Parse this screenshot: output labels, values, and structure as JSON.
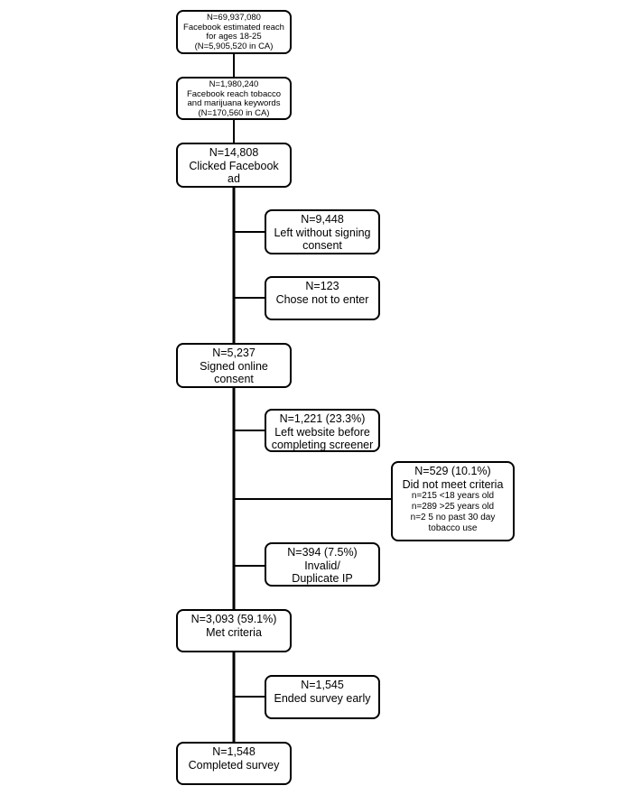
{
  "boxes": [
    {
      "id": "reach-1825",
      "lines": [
        "N=69,937,080",
        "Facebook estimated reach",
        "for ages 18-25",
        "(N=5,905,520 in CA)"
      ]
    },
    {
      "id": "reach-keywords",
      "lines": [
        "N=1,980,240",
        "Facebook reach tobacco",
        "and marijuana keywords",
        "(N=170,560 in CA)"
      ]
    },
    {
      "id": "clicked-ad",
      "lines": [
        "N=14,808",
        "Clicked Facebook",
        "ad"
      ]
    },
    {
      "id": "left-without-consent",
      "lines": [
        "N=9,448",
        "Left without signing",
        "consent"
      ]
    },
    {
      "id": "chose-not-enter",
      "lines": [
        "N=123",
        "Chose not to enter"
      ]
    },
    {
      "id": "signed-consent",
      "lines": [
        "N=5,237",
        "Signed online",
        "consent"
      ]
    },
    {
      "id": "left-before-screener",
      "lines": [
        "N=1,221 (23.3%)",
        "Left website before",
        "completing screener"
      ]
    },
    {
      "id": "did-not-meet",
      "lines": [
        "N=529 (10.1%)",
        "Did not meet criteria",
        "n=215 <18 years old",
        "n=289 >25 years old",
        "n=2 5 no past 30 day",
        "tobacco use"
      ]
    },
    {
      "id": "invalid-ip",
      "lines": [
        "N=394 (7.5%)",
        "Invalid/",
        "Duplicate IP"
      ]
    },
    {
      "id": "met-criteria",
      "lines": [
        "N=3,093 (59.1%)",
        "Met criteria"
      ]
    },
    {
      "id": "ended-early",
      "lines": [
        "N=1,545",
        "Ended survey early"
      ]
    },
    {
      "id": "completed",
      "lines": [
        "N=1,548",
        "Completed survey"
      ]
    }
  ]
}
